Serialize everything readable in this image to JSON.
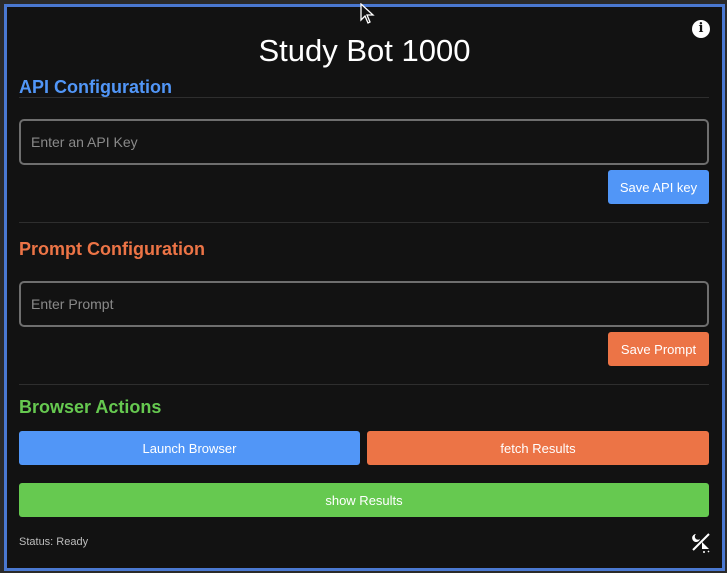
{
  "app": {
    "title": "Study Bot 1000",
    "info_icon": "info-icon",
    "theme_icon": "theme-toggle-icon"
  },
  "api_section": {
    "heading": "API Configuration",
    "input_placeholder": "Enter an API Key",
    "input_value": "",
    "save_label": "Save API key",
    "color": "#5196f7"
  },
  "prompt_section": {
    "heading": "Prompt Configuration",
    "input_placeholder": "Enter Prompt",
    "input_value": "",
    "save_label": "Save Prompt",
    "color": "#ec7446"
  },
  "browser_section": {
    "heading": "Browser Actions",
    "launch_label": "Launch Browser",
    "fetch_label": "fetch Results",
    "show_label": "show Results",
    "color": "#66c950"
  },
  "status": {
    "text": "Status: Ready"
  },
  "colors": {
    "border": "#4a78d0",
    "background": "#121212",
    "blue": "#5196f7",
    "orange": "#ec7446",
    "green": "#66c950"
  }
}
